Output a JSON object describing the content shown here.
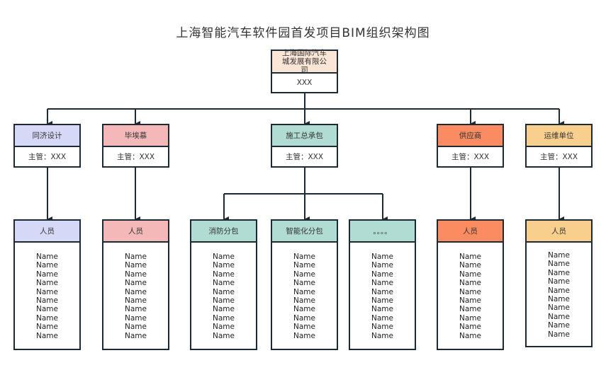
{
  "title": "上海智能汽车软件园首发项目BIM组织架构图",
  "root": {
    "name": "上海国际汽车城发展有限公司",
    "value": "XXX",
    "color": "#fbe5d6"
  },
  "level2": [
    {
      "name": "同济设计",
      "manager": "主管：XXX",
      "color": "#d5d8f7"
    },
    {
      "name": "毕埃慕",
      "manager": "主管：XXX",
      "color": "#f4b8b8"
    },
    {
      "name": "施工总承包",
      "manager": "主管：XXX",
      "color": "#b0dcd3"
    },
    {
      "name": "供应商",
      "manager": "主管：XXX",
      "color": "#fb8c62"
    },
    {
      "name": "运维单位",
      "manager": "主管：XXX",
      "color": "#f8cf8c"
    }
  ],
  "level3": [
    {
      "name": "人员",
      "color": "#d5d8f7",
      "members": [
        "Name",
        "Name",
        "Name",
        "Name",
        "Name",
        "Name",
        "Name",
        "Name",
        "Name",
        "Name"
      ]
    },
    {
      "name": "人员",
      "color": "#f4b8b8",
      "members": [
        "Name",
        "Name",
        "Name",
        "Name",
        "Name",
        "Name",
        "Name",
        "Name",
        "Name",
        "Name"
      ]
    },
    {
      "name": "消防分包",
      "color": "#b0dcd3",
      "members": [
        "Name",
        "Name",
        "Name",
        "Name",
        "Name",
        "Name",
        "Name",
        "Name",
        "Name",
        "Name"
      ]
    },
    {
      "name": "智能化分包",
      "color": "#b0dcd3",
      "members": [
        "Name",
        "Name",
        "Name",
        "Name",
        "Name",
        "Name",
        "Name",
        "Name",
        "Name",
        "Name"
      ]
    },
    {
      "name": "。。。。",
      "color": "#b0dcd3",
      "members": [
        "Name",
        "Name",
        "Name",
        "Name",
        "Name",
        "Name",
        "Name",
        "Name",
        "Name",
        "Name"
      ]
    },
    {
      "name": "人员",
      "color": "#fb8c62",
      "members": [
        "Name",
        "Name",
        "Name",
        "Name",
        "Name",
        "Name",
        "Name",
        "Name",
        "Name",
        "Name"
      ]
    },
    {
      "name": "人员",
      "color": "#f8cf8c",
      "members": [
        "Name",
        "Name",
        "Name",
        "Name",
        "Name",
        "Name",
        "Name",
        "Name",
        "Name",
        "Name"
      ]
    }
  ]
}
